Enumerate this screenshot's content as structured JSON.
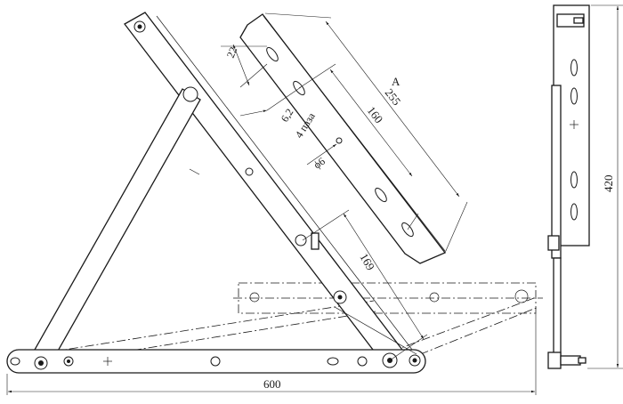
{
  "view_label": "A",
  "dimensions": {
    "overall_length": "600",
    "height": "420",
    "slot_length": "22",
    "slot_width": "6,2",
    "slot_count": "4 паза",
    "hole_diameter": "ϕ6",
    "bracket_length": "255",
    "slot_spacing": "160",
    "arm_offset": "169"
  }
}
